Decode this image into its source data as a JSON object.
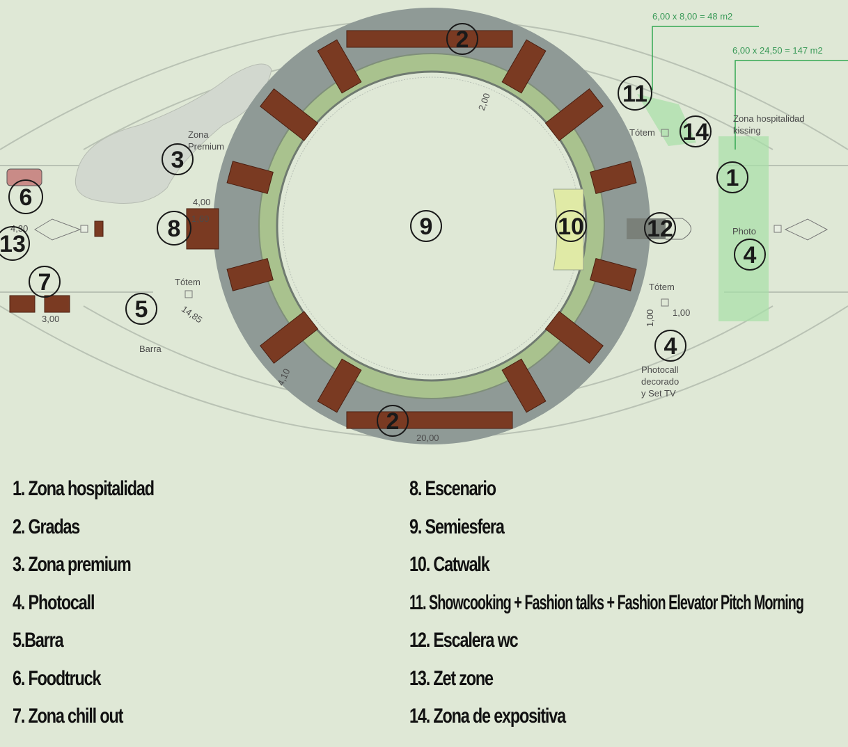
{
  "diagram": {
    "callouts": [
      "1",
      "2",
      "2",
      "3",
      "4",
      "4",
      "5",
      "6",
      "7",
      "8",
      "9",
      "10",
      "11",
      "12",
      "13",
      "14"
    ],
    "labels": {
      "area_11": "6,00 x 8,00 = 48 m2",
      "area_1": "6,00 x 24,50 = 147 m2",
      "zona_premium_1": "Zona",
      "zona_premium_2": "Premium",
      "zona_hosp_1": "Zona hospitalidad",
      "zona_hosp_2": "kissing",
      "totem_top": "Tótem",
      "totem_left": "Tótem",
      "totem_right": "Tótem",
      "photo": "Photo",
      "barra": "Barra",
      "photocall_1": "Photocall",
      "photocall_2": "decorado",
      "photocall_3": "y Set TV"
    },
    "dimensions": {
      "d_200": "2,00",
      "d_400": "4,00",
      "d_160": "1,60",
      "d_430": "4,30",
      "d_300": "3,00",
      "d_1485": "14,85",
      "d_410": "4,10",
      "d_2000": "20,00",
      "d_100a": "1,00",
      "d_100b": "1,00"
    }
  },
  "legend": {
    "left": [
      "1. Zona hospitalidad",
      "2. Gradas",
      "3. Zona premium",
      "4. Photocall",
      "5.Barra",
      "6. Foodtruck",
      "7. Zona chill out"
    ],
    "right": [
      "8. Escenario",
      "9. Semiesfera",
      "10. Catwalk",
      "11. Showcooking + Fashion talks + Fashion Elevator Pitch Morning",
      "12. Escalera wc",
      "13. Zet zone",
      "14. Zona de expositiva"
    ]
  },
  "colors": {
    "background": "#dfe8d6",
    "outer_ring": "#8f9a96",
    "runway_ring": "#a9c28e",
    "stands": "#7a3a22",
    "green_zone": "#a6dfa6",
    "callout_line": "#33a852"
  }
}
